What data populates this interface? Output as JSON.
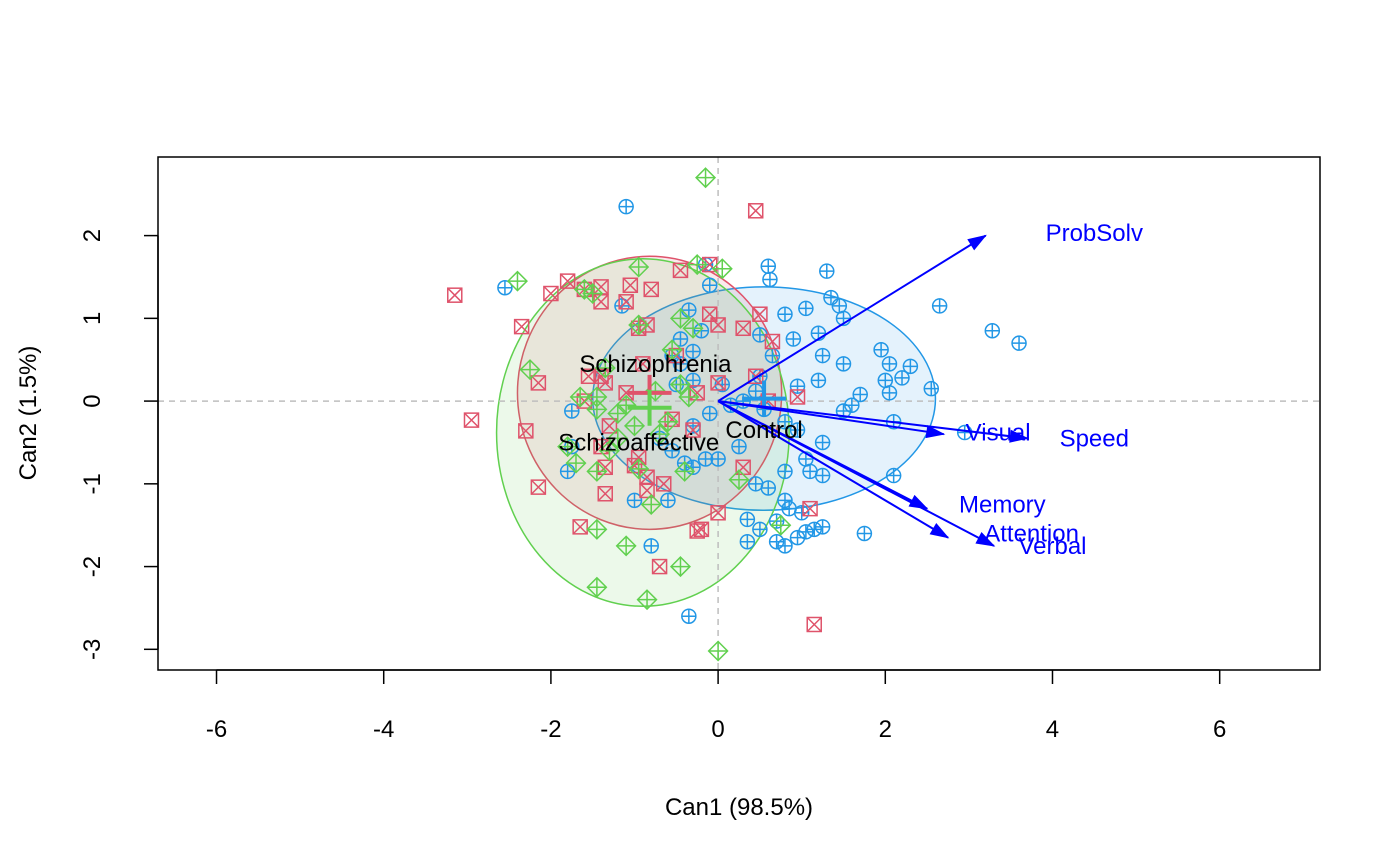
{
  "chart_data": {
    "type": "scatter",
    "title": "",
    "xlabel": "Can1 (98.5%)",
    "ylabel": "Can2 (1.5%)",
    "xlim": [
      -6.7,
      7.2
    ],
    "ylim": [
      -3.25,
      2.95
    ],
    "xticks": [
      -6,
      -4,
      -2,
      0,
      2,
      4,
      6
    ],
    "yticks": [
      -3,
      -2,
      -1,
      0,
      1,
      2
    ],
    "grid": false,
    "reference_lines": {
      "x": 0,
      "y": 0,
      "style": "dashed",
      "color": "#BEBEBE"
    },
    "colors": {
      "Control": "#2297E6",
      "Schizophrenia": "#DF536B",
      "Schizoaffective": "#61D04F",
      "vectors": "#0000FF",
      "reference": "#BEBEBE"
    },
    "groups": [
      {
        "name": "Control",
        "marker": "circle-plus",
        "color": "#2297E6",
        "centroid": [
          0.55,
          0.03
        ],
        "ellipse": {
          "center": [
            0.55,
            0.03
          ],
          "rx": 2.05,
          "ry": 1.35,
          "angle": 0
        },
        "label_position": [
          0.55,
          -0.35
        ],
        "points": [
          [
            -1.1,
            2.35
          ],
          [
            -2.55,
            1.37
          ],
          [
            0.6,
            1.63
          ],
          [
            0.62,
            1.47
          ],
          [
            1.3,
            1.57
          ],
          [
            1.35,
            1.25
          ],
          [
            1.45,
            1.15
          ],
          [
            2.65,
            1.15
          ],
          [
            3.28,
            0.85
          ],
          [
            3.6,
            0.7
          ],
          [
            1.5,
            1.0
          ],
          [
            0.8,
            1.05
          ],
          [
            1.05,
            1.12
          ],
          [
            1.2,
            0.82
          ],
          [
            0.9,
            0.75
          ],
          [
            1.25,
            0.55
          ],
          [
            1.5,
            0.45
          ],
          [
            1.95,
            0.62
          ],
          [
            2.05,
            0.45
          ],
          [
            2.3,
            0.42
          ],
          [
            2.2,
            0.28
          ],
          [
            2.55,
            0.15
          ],
          [
            2.0,
            0.25
          ],
          [
            1.7,
            0.08
          ],
          [
            1.6,
            -0.05
          ],
          [
            1.5,
            -0.12
          ],
          [
            2.05,
            0.1
          ],
          [
            2.1,
            -0.25
          ],
          [
            2.95,
            -0.38
          ],
          [
            1.2,
            0.25
          ],
          [
            0.95,
            0.18
          ],
          [
            0.5,
            0.3
          ],
          [
            0.45,
            0.12
          ],
          [
            0.3,
            0.0
          ],
          [
            0.55,
            -0.1
          ],
          [
            0.8,
            -0.25
          ],
          [
            0.95,
            -0.35
          ],
          [
            1.25,
            -0.5
          ],
          [
            1.05,
            -0.7
          ],
          [
            0.8,
            -0.85
          ],
          [
            1.1,
            -0.85
          ],
          [
            1.25,
            -0.9
          ],
          [
            2.1,
            -0.9
          ],
          [
            0.45,
            -1.0
          ],
          [
            0.6,
            -1.05
          ],
          [
            0.8,
            -1.2
          ],
          [
            0.85,
            -1.3
          ],
          [
            1.0,
            -1.35
          ],
          [
            0.35,
            -1.43
          ],
          [
            0.7,
            -1.45
          ],
          [
            0.5,
            -1.55
          ],
          [
            1.15,
            -1.55
          ],
          [
            1.25,
            -1.52
          ],
          [
            1.05,
            -1.58
          ],
          [
            0.95,
            -1.65
          ],
          [
            0.35,
            -1.7
          ],
          [
            0.7,
            -1.7
          ],
          [
            0.8,
            -1.75
          ],
          [
            1.75,
            -1.6
          ],
          [
            -0.35,
            -2.6
          ],
          [
            -0.8,
            -1.75
          ],
          [
            -1.0,
            -1.2
          ],
          [
            -0.6,
            -1.2
          ],
          [
            -0.4,
            -0.75
          ],
          [
            -0.3,
            -0.8
          ],
          [
            -0.15,
            -0.7
          ],
          [
            0.0,
            -0.7
          ],
          [
            0.25,
            -0.55
          ],
          [
            -0.55,
            -0.6
          ],
          [
            -0.7,
            -0.45
          ],
          [
            -0.3,
            -0.3
          ],
          [
            -0.1,
            -0.15
          ],
          [
            0.15,
            -0.05
          ],
          [
            0.05,
            0.2
          ],
          [
            -0.3,
            0.25
          ],
          [
            -0.5,
            0.2
          ],
          [
            -0.45,
            0.45
          ],
          [
            -0.55,
            0.55
          ],
          [
            -0.3,
            0.6
          ],
          [
            -0.45,
            0.75
          ],
          [
            -0.2,
            0.85
          ],
          [
            -0.35,
            1.1
          ],
          [
            -0.1,
            1.4
          ],
          [
            -0.15,
            1.65
          ],
          [
            -1.75,
            -0.55
          ],
          [
            -1.8,
            -0.85
          ],
          [
            -1.75,
            -0.12
          ],
          [
            -1.15,
            1.15
          ],
          [
            0.5,
            0.8
          ],
          [
            0.65,
            0.55
          ]
        ]
      },
      {
        "name": "Schizophrenia",
        "marker": "square-x",
        "color": "#DF536B",
        "centroid": [
          -0.82,
          0.1
        ],
        "ellipse": {
          "center": [
            -0.82,
            0.1
          ],
          "rx": 1.58,
          "ry": 1.65,
          "angle": 0
        },
        "label_position": [
          -0.75,
          0.45
        ],
        "points": [
          [
            -3.15,
            1.28
          ],
          [
            -2.95,
            -0.23
          ],
          [
            -2.3,
            -0.36
          ],
          [
            -2.15,
            0.22
          ],
          [
            -2.15,
            -1.04
          ],
          [
            -2.35,
            0.9
          ],
          [
            -2.0,
            1.3
          ],
          [
            -1.8,
            1.45
          ],
          [
            -1.6,
            1.35
          ],
          [
            -1.4,
            1.38
          ],
          [
            -1.4,
            1.2
          ],
          [
            -1.05,
            1.4
          ],
          [
            -1.1,
            1.2
          ],
          [
            -0.8,
            1.35
          ],
          [
            -0.45,
            1.58
          ],
          [
            -0.1,
            1.65
          ],
          [
            -0.1,
            1.05
          ],
          [
            0.0,
            0.92
          ],
          [
            0.3,
            0.88
          ],
          [
            0.5,
            1.05
          ],
          [
            0.65,
            0.72
          ],
          [
            0.95,
            0.05
          ],
          [
            1.15,
            -2.7
          ],
          [
            1.1,
            -1.3
          ],
          [
            0.0,
            -1.35
          ],
          [
            -0.25,
            -1.57
          ],
          [
            -0.2,
            -1.55
          ],
          [
            -0.7,
            -2.0
          ],
          [
            -1.65,
            -1.52
          ],
          [
            -1.35,
            -1.12
          ],
          [
            -0.85,
            -1.08
          ],
          [
            -0.85,
            -0.92
          ],
          [
            -0.65,
            -1.0
          ],
          [
            -0.95,
            -0.68
          ],
          [
            -1.0,
            -0.78
          ],
          [
            -1.35,
            -0.8
          ],
          [
            -1.4,
            -0.55
          ],
          [
            -1.3,
            -0.3
          ],
          [
            -1.35,
            0.22
          ],
          [
            -1.55,
            0.3
          ],
          [
            -1.4,
            0.3
          ],
          [
            -1.6,
            0.0
          ],
          [
            -1.1,
            0.1
          ],
          [
            -0.9,
            0.45
          ],
          [
            -0.85,
            0.92
          ],
          [
            -0.95,
            0.88
          ],
          [
            -0.5,
            0.55
          ],
          [
            -0.25,
            0.1
          ],
          [
            -0.55,
            -0.22
          ],
          [
            -0.3,
            -0.35
          ],
          [
            0.0,
            0.22
          ],
          [
            0.45,
            0.3
          ],
          [
            0.6,
            0.0
          ],
          [
            0.3,
            -0.8
          ],
          [
            0.45,
            2.3
          ]
        ]
      },
      {
        "name": "Schizoaffective",
        "marker": "diamond-plus",
        "color": "#61D04F",
        "centroid": [
          -0.82,
          -0.08
        ],
        "ellipse": {
          "center": [
            -0.9,
            -0.38
          ],
          "rx": 1.75,
          "ry": 2.1,
          "angle": 0
        },
        "label_position": [
          -0.95,
          -0.5
        ],
        "points": [
          [
            -0.15,
            2.7
          ],
          [
            -2.4,
            1.45
          ],
          [
            -1.6,
            1.35
          ],
          [
            -1.5,
            1.3
          ],
          [
            -0.95,
            1.62
          ],
          [
            -0.25,
            1.65
          ],
          [
            0.05,
            1.6
          ],
          [
            -0.95,
            0.92
          ],
          [
            -0.3,
            0.88
          ],
          [
            -2.25,
            0.38
          ],
          [
            -1.65,
            0.05
          ],
          [
            -1.45,
            0.05
          ],
          [
            -1.45,
            -0.1
          ],
          [
            -1.2,
            -0.15
          ],
          [
            -1.1,
            -0.05
          ],
          [
            -0.75,
            0.12
          ],
          [
            -0.45,
            0.2
          ],
          [
            -0.35,
            0.05
          ],
          [
            -0.6,
            -0.25
          ],
          [
            -1.2,
            -0.45
          ],
          [
            -1.3,
            -0.6
          ],
          [
            -1.45,
            -0.85
          ],
          [
            -1.7,
            -0.75
          ],
          [
            -0.95,
            -0.82
          ],
          [
            -0.8,
            -1.25
          ],
          [
            -0.4,
            -0.85
          ],
          [
            0.25,
            -0.95
          ],
          [
            0.75,
            -1.5
          ],
          [
            -1.45,
            -1.55
          ],
          [
            -1.1,
            -1.75
          ],
          [
            -0.45,
            -2.0
          ],
          [
            -1.45,
            -2.25
          ],
          [
            -0.85,
            -2.4
          ],
          [
            0.0,
            -3.02
          ],
          [
            -1.0,
            -0.3
          ],
          [
            -0.7,
            -0.4
          ],
          [
            -1.35,
            0.4
          ],
          [
            -0.55,
            0.62
          ],
          [
            -0.45,
            1.0
          ],
          [
            -1.8,
            -0.55
          ]
        ]
      }
    ],
    "vectors": [
      {
        "name": "ProbSolv",
        "x": 3.2,
        "y": 2.0,
        "label_position": [
          4.5,
          2.03
        ]
      },
      {
        "name": "Visual",
        "x": 2.7,
        "y": -0.4,
        "label_position": [
          3.35,
          -0.38
        ]
      },
      {
        "name": "Speed",
        "x": 3.7,
        "y": -0.45,
        "label_position": [
          4.5,
          -0.45
        ]
      },
      {
        "name": "Memory",
        "x": 2.5,
        "y": -1.3,
        "label_position": [
          3.4,
          -1.25
        ]
      },
      {
        "name": "Attention",
        "x": 2.75,
        "y": -1.65,
        "label_position": [
          3.75,
          -1.6
        ]
      },
      {
        "name": "Verbal",
        "x": 3.3,
        "y": -1.75,
        "label_position": [
          4.0,
          -1.75
        ]
      }
    ]
  }
}
